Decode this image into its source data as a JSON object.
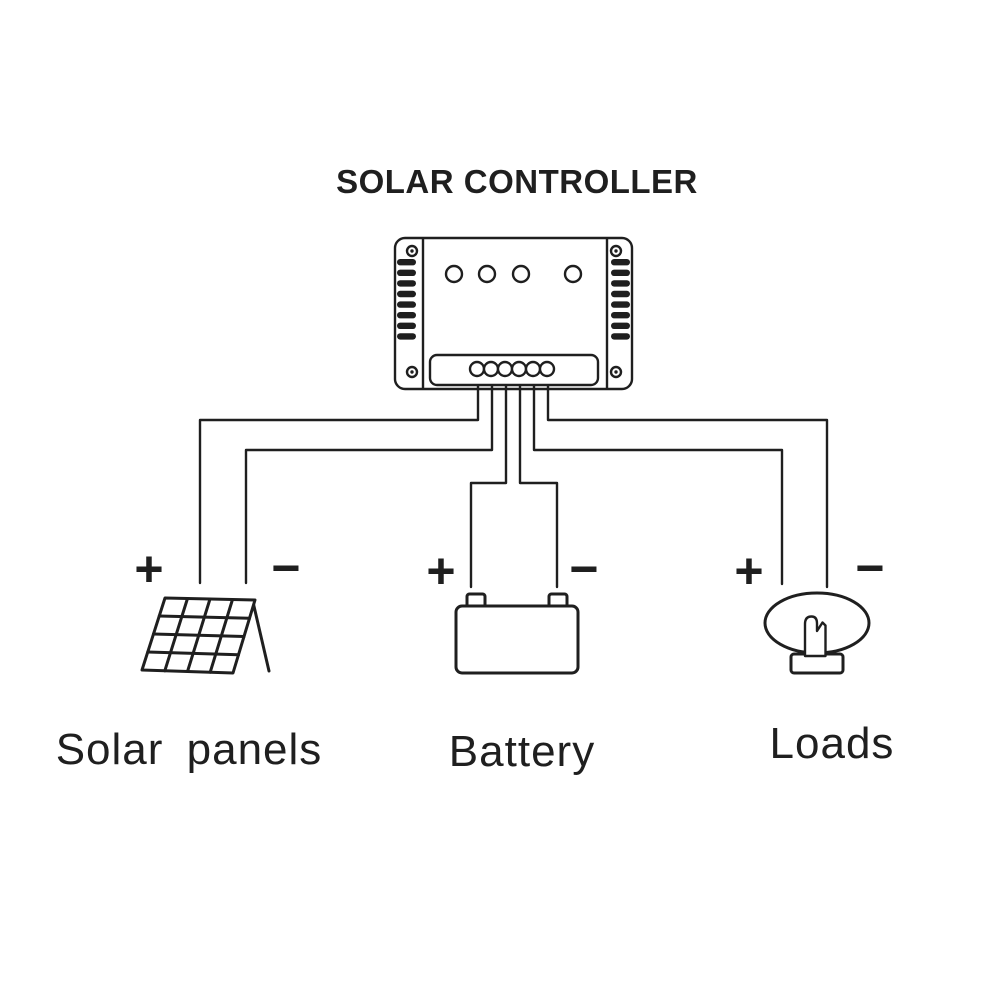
{
  "title": "SOLAR CONTROLLER",
  "labels": {
    "solar_panels": "Solar panels",
    "battery": "Battery",
    "loads": "Loads"
  },
  "polarity": {
    "solar_plus": "+",
    "solar_minus": "−",
    "battery_plus": "+",
    "battery_minus": "−",
    "loads_plus": "+",
    "loads_minus": "−"
  },
  "icons": {
    "controller": "solar-controller-icon",
    "solar_panels": "solar-panel-icon",
    "battery": "battery-icon",
    "loads": "light-bulb-icon"
  },
  "colors": {
    "line": "#1f1f1f",
    "background": "#ffffff"
  }
}
